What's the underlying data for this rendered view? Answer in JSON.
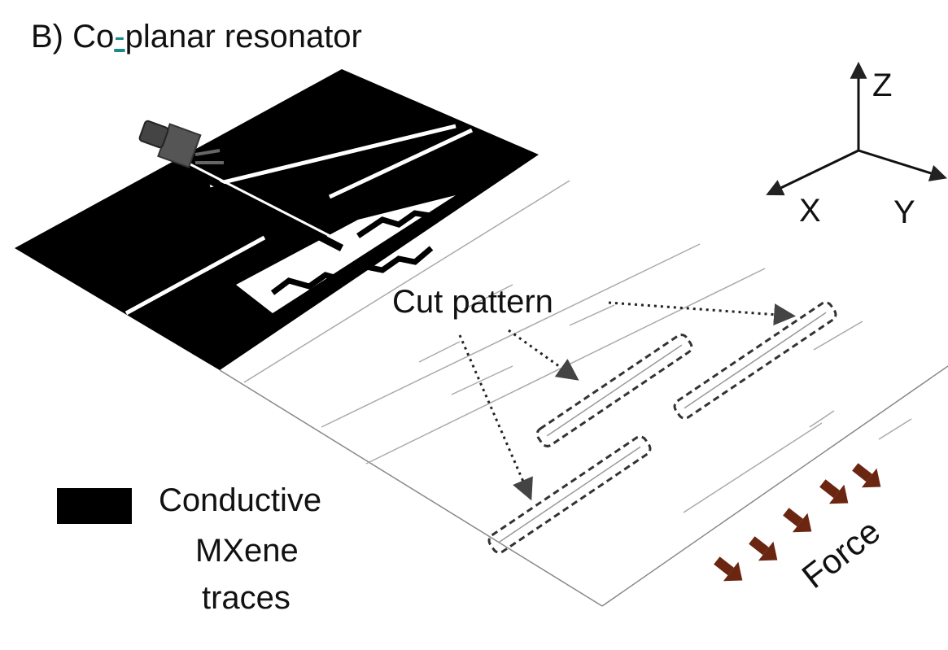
{
  "title": {
    "prefix": "B) Co",
    "hyphen": "-",
    "suffix": "planar resonator"
  },
  "axes": {
    "z": "Z",
    "x": "X",
    "y": "Y"
  },
  "annotation": {
    "cut_pattern": "Cut pattern",
    "force": "Force"
  },
  "legend": {
    "swatch_color": "#000000",
    "line1": "Conductive",
    "line2": "MXene",
    "line3": "traces"
  },
  "colors": {
    "conductor": "#000000",
    "substrate_line": "#777777",
    "hyphen": "#1b8a8a",
    "force_arrow": "#6b2612",
    "dotted_arrow": "#222222"
  }
}
